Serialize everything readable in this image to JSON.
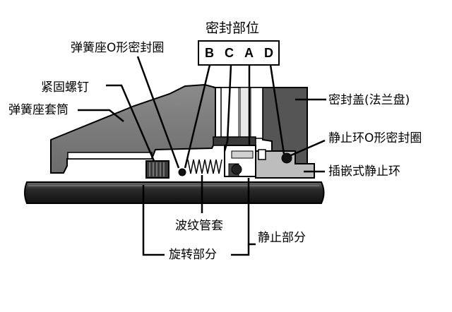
{
  "diagram": {
    "title": "密封部位",
    "letters": [
      "B",
      "C",
      "A",
      "D"
    ],
    "labels": {
      "spring_seat_oring": "弹簧座O形密封圈",
      "set_screw": "紧固螺钉",
      "spring_seat_sleeve": "弹簧座套筒",
      "seal_cover": "密封盖(法兰盘)",
      "stationary_ring_oring": "静止环O形密封圈",
      "insert_stationary_ring": "插嵌式静止环",
      "bellows_sleeve": "波纹管套",
      "stationary_part": "静止部分",
      "rotating_part": "旋转部分"
    }
  }
}
